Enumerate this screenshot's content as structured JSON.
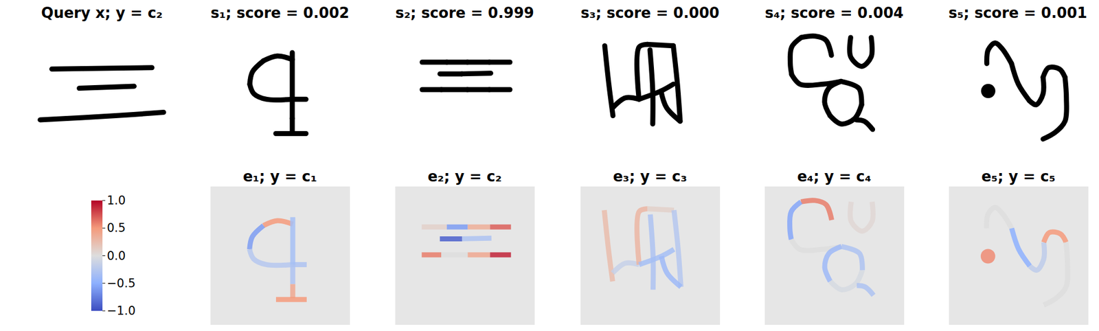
{
  "diagram": {
    "labels": [
      "Query x; y = c₂",
      "s₁; score = 0.002",
      "s₂; score = 0.999",
      "s₃; score = 0.000",
      "s₄; score = 0.004",
      "s₅; score = 0.001",
      "e₁; y = c₁",
      "e₂; y = c₂",
      "e₃; y = c₃",
      "e₄; y = c₄",
      "e₅; y = c₅",
      "1.0",
      "0.5",
      "0.0",
      "−0.5",
      "−1.0"
    ]
  }
}
